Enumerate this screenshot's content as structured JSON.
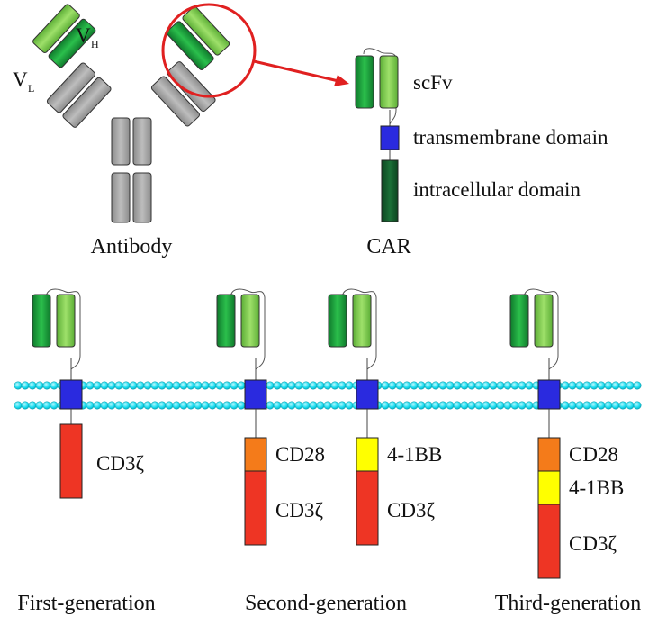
{
  "antibody": {
    "heavy_variable": "V",
    "heavy_subscript": "H",
    "light_variable": "V",
    "light_subscript": "L",
    "caption": "Antibody"
  },
  "car": {
    "caption": "CAR",
    "legend": {
      "scfv": "scFv",
      "transmembrane": "transmembrane domain",
      "intracellular": "intracellular domain"
    }
  },
  "generations": {
    "first": {
      "caption": "First-generation",
      "cd3z": "CD3ζ"
    },
    "second_a": {
      "caption": "Second-generation",
      "costim": "CD28",
      "cd3z": "CD3ζ"
    },
    "second_b": {
      "costim": "4-1BB",
      "cd3z": "CD3ζ"
    },
    "third": {
      "caption": "Third-generation",
      "costim1": "CD28",
      "costim2": "4-1BB",
      "cd3z": "CD3ζ"
    }
  },
  "colors": {
    "vh_green": "#1e9e3c",
    "vl_green": "#7dc94b",
    "constant_gray": "#a6a6a6",
    "transmembrane_blue": "#2a2adf",
    "intracellular_darkgreen": "#135a2c",
    "membrane_cyan": "#1ddff2",
    "cd3z_red": "#ee3524",
    "cd28_orange": "#f47b1a",
    "bb41_yellow": "#ffff00",
    "highlight_red": "#e02020"
  }
}
